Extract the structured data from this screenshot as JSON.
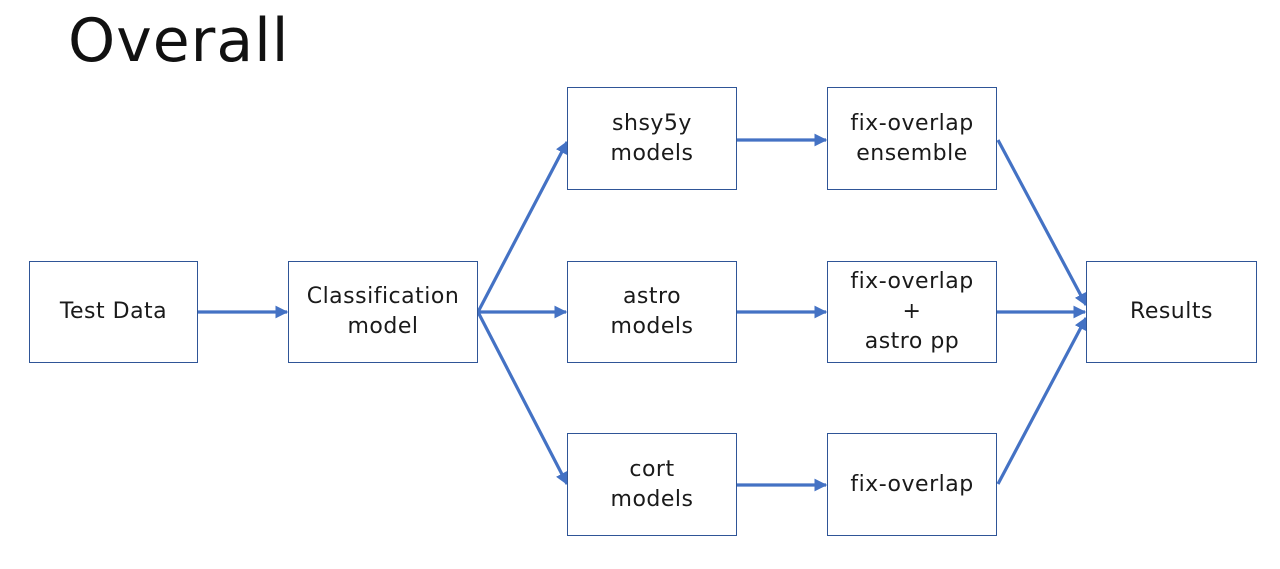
{
  "title": "Overall",
  "accent_color": "#4472c4",
  "border_color": "#2f5597",
  "nodes": {
    "test_data": [
      "Test Data"
    ],
    "classification": [
      "Classification",
      "model"
    ],
    "shsy5y": [
      "shsy5y",
      "models"
    ],
    "astro": [
      "astro",
      "models"
    ],
    "cort": [
      "cort",
      "models"
    ],
    "fix_ensemble": [
      "fix-overlap",
      "ensemble"
    ],
    "fix_astro": [
      "fix-overlap",
      "+",
      "astro pp"
    ],
    "fix_plain": [
      "fix-overlap"
    ],
    "results": [
      "Results"
    ]
  },
  "edges": [
    {
      "from": "test_data",
      "to": "classification"
    },
    {
      "from": "classification",
      "to": "shsy5y"
    },
    {
      "from": "classification",
      "to": "astro"
    },
    {
      "from": "classification",
      "to": "cort"
    },
    {
      "from": "shsy5y",
      "to": "fix_ensemble"
    },
    {
      "from": "astro",
      "to": "fix_astro"
    },
    {
      "from": "cort",
      "to": "fix_plain"
    },
    {
      "from": "fix_ensemble",
      "to": "results"
    },
    {
      "from": "fix_astro",
      "to": "results"
    },
    {
      "from": "fix_plain",
      "to": "results"
    }
  ]
}
